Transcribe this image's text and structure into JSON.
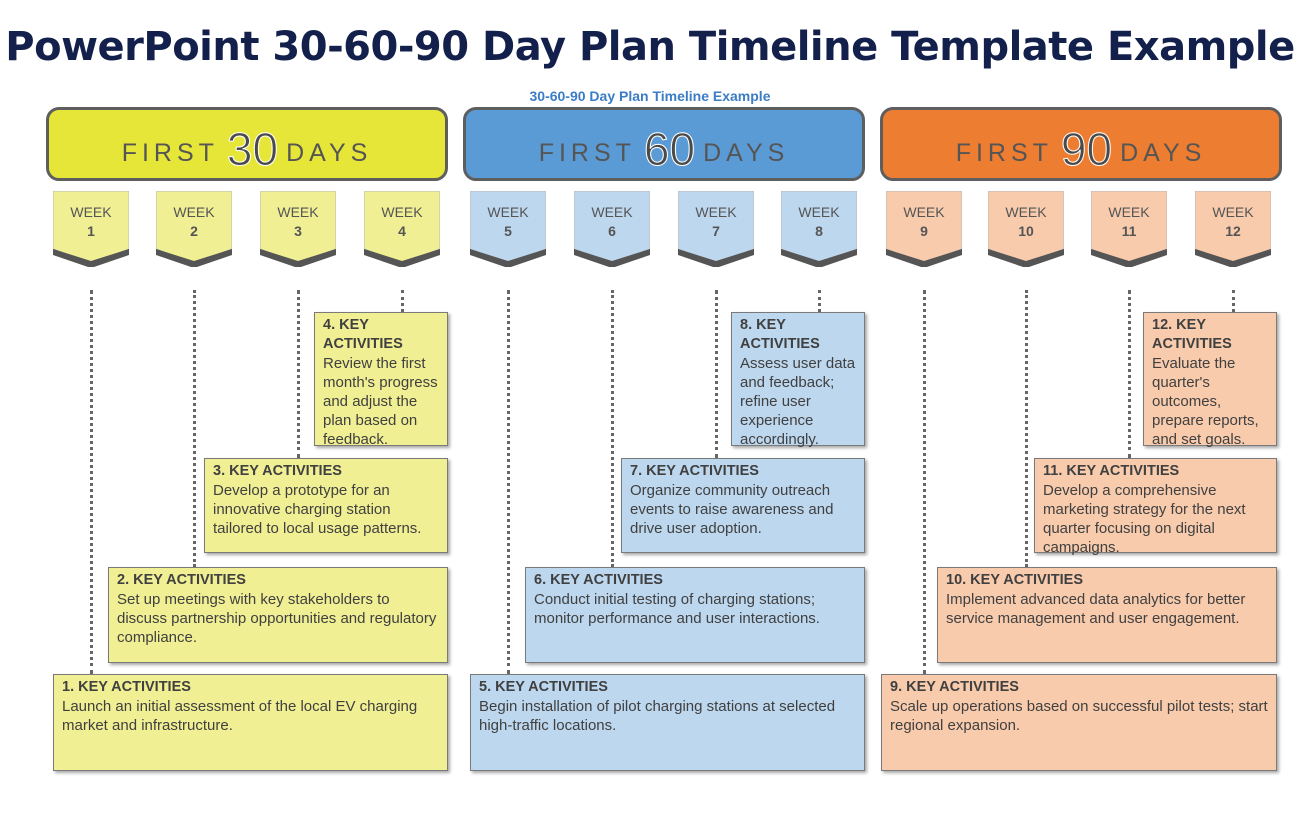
{
  "title": "PowerPoint 30-60-90 Day Plan Timeline Template Example",
  "subtitle": "30-60-90 Day Plan Timeline Example",
  "colors": {
    "phase1": "#e6e639",
    "phase1_light": "#f1ef94",
    "phase2": "#5b9bd5",
    "phase2_light": "#bdd7ee",
    "phase3": "#ed7d31",
    "phase3_light": "#f8cbad"
  },
  "phases": [
    {
      "first": "FIRST",
      "num": "30",
      "days": "DAYS"
    },
    {
      "first": "FIRST",
      "num": "60",
      "days": "DAYS"
    },
    {
      "first": "FIRST",
      "num": "90",
      "days": "DAYS"
    }
  ],
  "week_label": "WEEK",
  "weeks": [
    "1",
    "2",
    "3",
    "4",
    "5",
    "6",
    "7",
    "8",
    "9",
    "10",
    "11",
    "12"
  ],
  "activities": [
    {
      "title": "1. KEY ACTIVITIES",
      "text": "Launch an initial assessment of the local EV charging market and infrastructure."
    },
    {
      "title": "2. KEY ACTIVITIES",
      "text": "Set up meetings with key stakeholders to discuss partnership opportunities and regulatory compliance."
    },
    {
      "title": "3. KEY ACTIVITIES",
      "text": "Develop a prototype for an innovative charging station tailored to local usage patterns."
    },
    {
      "title": "4. KEY ACTIVITIES",
      "text": "Review the first month's progress and adjust the plan based on feedback."
    },
    {
      "title": "5. KEY ACTIVITIES",
      "text": "Begin installation of pilot charging stations at selected high-traffic locations."
    },
    {
      "title": "6. KEY ACTIVITIES",
      "text": "Conduct initial testing of charging stations; monitor performance and user interactions."
    },
    {
      "title": "7. KEY ACTIVITIES",
      "text": "Organize community outreach events to raise awareness and drive user adoption."
    },
    {
      "title": "8. KEY ACTIVITIES",
      "text": "Assess user data and feedback; refine user experience accordingly."
    },
    {
      "title": "9. KEY ACTIVITIES",
      "text": "Scale up operations based on successful pilot tests; start regional expansion."
    },
    {
      "title": "10. KEY ACTIVITIES",
      "text": "Implement advanced data analytics for better service management and user engagement."
    },
    {
      "title": "11. KEY ACTIVITIES",
      "text": "Develop a comprehensive marketing strategy for the next quarter focusing on digital campaigns."
    },
    {
      "title": "12. KEY ACTIVITIES",
      "text": "Evaluate the quarter's outcomes, prepare reports, and set goals."
    }
  ]
}
